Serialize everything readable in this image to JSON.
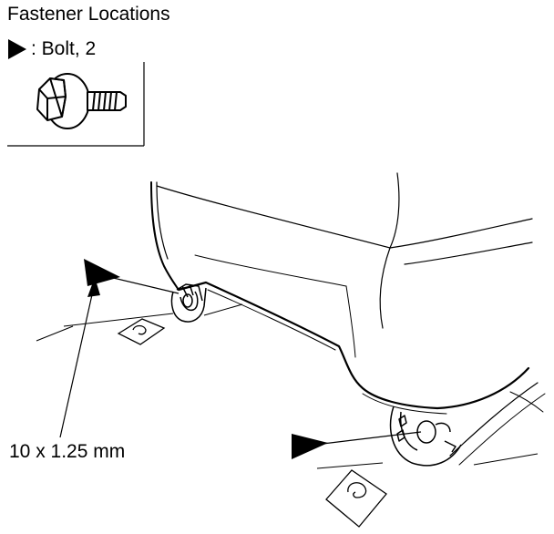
{
  "title": "Fastener Locations",
  "legend": {
    "symbol": "black-triangle-marker",
    "text": ": Bolt, 2"
  },
  "callout": {
    "spec": "10 x 1.25 mm"
  },
  "colors": {
    "line": "#000000",
    "background": "#ffffff"
  }
}
